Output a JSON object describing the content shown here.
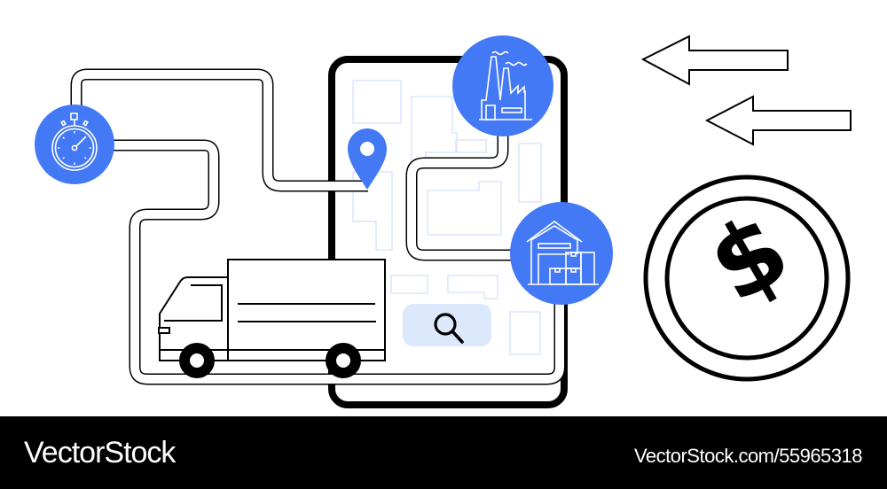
{
  "illustration": {
    "theme": "logistics delivery route and payment",
    "colors": {
      "accent_blue": "#4479f5",
      "map_block_stroke": "#dbe6fb",
      "search_bg": "#dce8fb",
      "stroke": "#000000",
      "background": "#ffffff"
    },
    "icons": [
      "stopwatch-icon",
      "location-pin-icon",
      "factory-icon",
      "warehouse-icon",
      "search-icon",
      "delivery-truck-icon",
      "arrow-left-icon",
      "arrow-left-icon",
      "dollar-coin-icon"
    ]
  },
  "footer": {
    "brand": "VectorStock",
    "reference": "VectorStock.com/55965318"
  }
}
